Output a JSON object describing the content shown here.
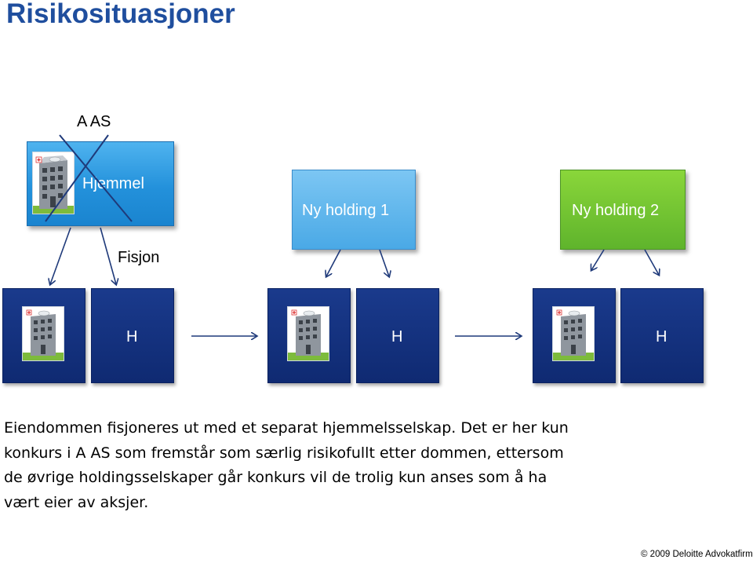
{
  "slide": {
    "title": "Risikosituasjoner",
    "a_as_label": "A AS",
    "fisjon_label": "Fisjon",
    "hjemmel_label": "Hjemmel",
    "ny_holding_1_label": "Ny holding 1",
    "ny_holding_2_label": "Ny holding 2",
    "h_labels": [
      "H",
      "H",
      "H"
    ],
    "body_text": "Eiendommen fisjoneres ut med et separat hjemmelsselskap. Det er her kun konkurs i  A AS som fremstår som særlig risikofullt etter dommen, ettersom de øvrige holdingsselskaper går konkurs vil de trolig kun anses som å ha vært eier av aksjer.",
    "footer": "© 2009 Deloitte Advokatfirma"
  },
  "colors": {
    "title": "#1f4e9e",
    "hjemmel_box": "#2391db",
    "ny_holding_1_box": "#4aa9e6",
    "ny_holding_2_box": "#5fb42c",
    "h_boxes": "#0f2a72",
    "arrows": "#1f3a7a"
  }
}
